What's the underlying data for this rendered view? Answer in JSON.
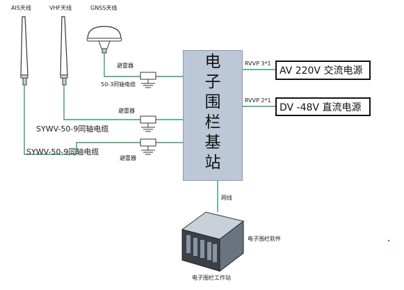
{
  "antennas": {
    "ais": "AIS天线",
    "vhf": "VHF天线",
    "gnss": "GNSS天线"
  },
  "arresters": {
    "top": "避雷器",
    "middle": "避雷器",
    "bottom": "避雷器"
  },
  "cables": {
    "gnss_cable": "50-3同轴电缆",
    "vhf_cable": "SYWV-50-9同轴电缆",
    "ais_cable": "SYWV-50-9同轴电缆",
    "network": "网线",
    "ac_cable": "RVVP 3*1",
    "dc_cable": "RVVP 2*1"
  },
  "base_station": {
    "chars": [
      "电",
      "子",
      "围",
      "栏",
      "基",
      "站"
    ]
  },
  "power": {
    "ac": "AV 220V 交流电源",
    "dc": "DV -48V 直流电源"
  },
  "workstation": {
    "software": "电子围栏软件",
    "label": "电子围栏工作站"
  },
  "colors": {
    "cable_green": "#3a9a68",
    "station_fill": "#bcc8d8"
  }
}
